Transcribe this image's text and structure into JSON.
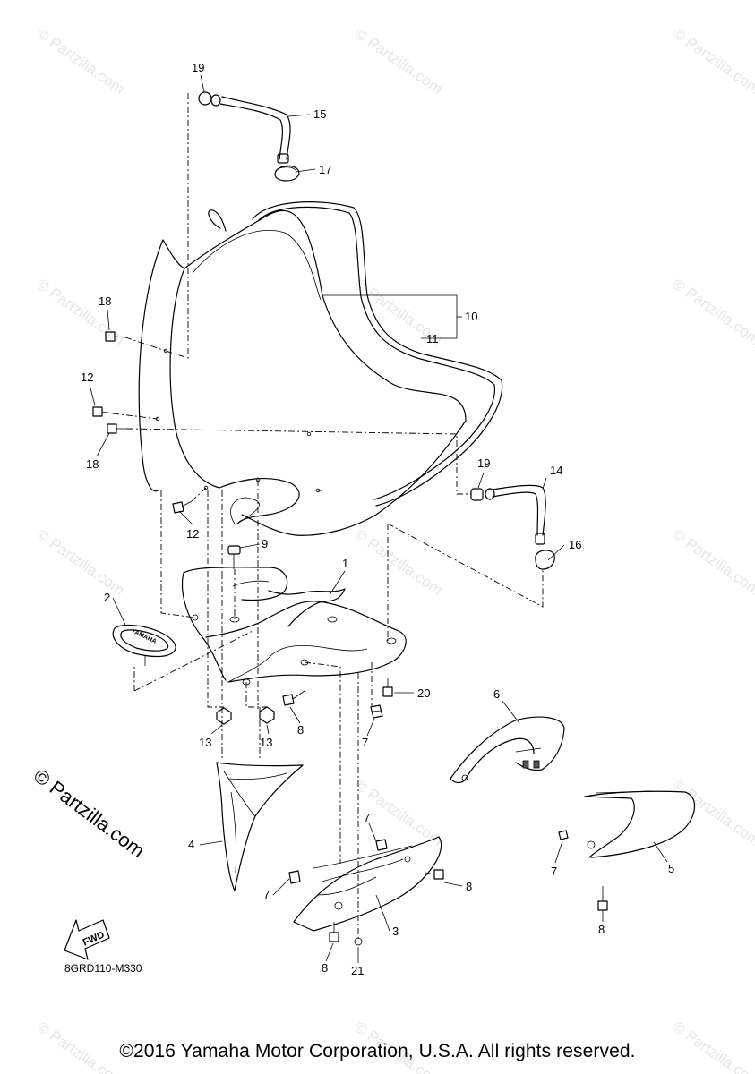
{
  "watermark_text": "© Partzilla.com",
  "brand_mark_text": "© Partzilla.com",
  "diagram_code": "8GRD110-M330",
  "copyright": "©2016 Yamaha Motor Corporation, U.S.A. All rights reserved.",
  "fwd_label": "FWD",
  "emblem_text": "YAMAHA",
  "callouts": {
    "c1": "1",
    "c2": "2",
    "c3": "3",
    "c4": "4",
    "c5": "5",
    "c6": "6",
    "c7a": "7",
    "c7b": "7",
    "c7c": "7",
    "c7d": "7",
    "c8a": "8",
    "c8b": "8",
    "c8c": "8",
    "c8d": "8",
    "c9": "9",
    "c10": "10",
    "c11": "11",
    "c12a": "12",
    "c12b": "12",
    "c13a": "13",
    "c13b": "13",
    "c14": "14",
    "c15": "15",
    "c16": "16",
    "c17": "17",
    "c18a": "18",
    "c18b": "18",
    "c19a": "19",
    "c19b": "19",
    "c20": "20",
    "c21": "21"
  }
}
